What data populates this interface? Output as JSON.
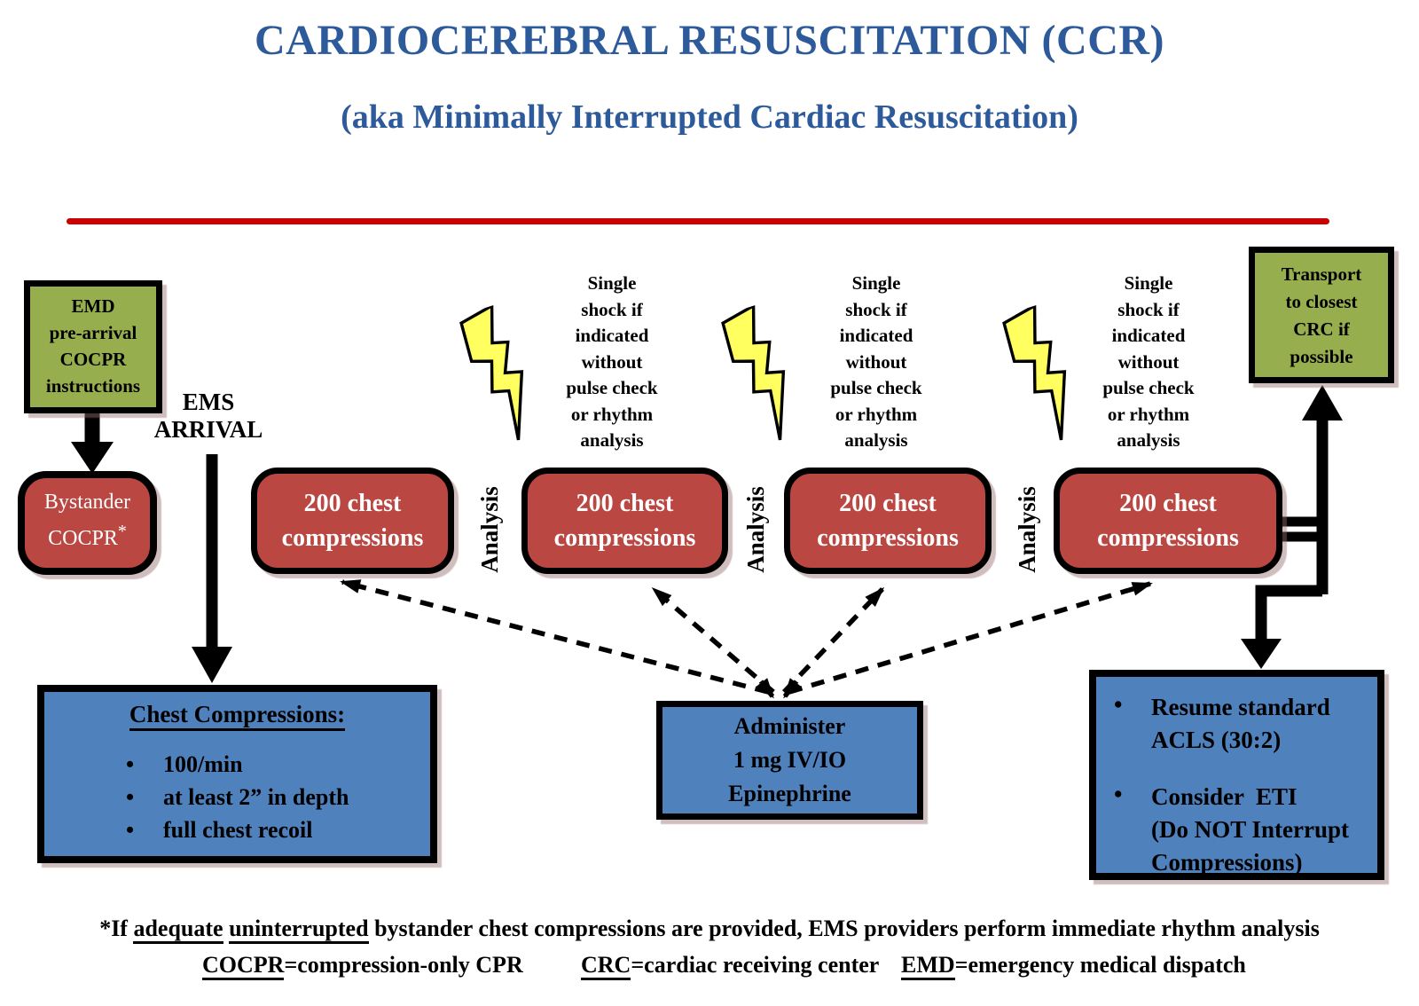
{
  "title": "CARDIOCEREBRAL RESUSCITATION (CCR)",
  "subtitle": "(aka Minimally Interrupted Cardiac Resuscitation)",
  "emd_box": {
    "lines": [
      "EMD",
      "pre-arrival",
      "COCPR",
      "instructions"
    ]
  },
  "ems_arrival": [
    "EMS",
    "ARRIVAL"
  ],
  "bystander_box": {
    "name": "Bystander",
    "cocpr": "COCPR",
    "asterisk": "*"
  },
  "compression_box": [
    "200 chest",
    "compressions"
  ],
  "analysis_label": "Analysis",
  "shock_note": [
    "Single",
    "shock if",
    "indicated",
    "without",
    "pulse check",
    "or rhythm",
    "analysis"
  ],
  "transport_box": {
    "lines": [
      "Transport",
      "to closest",
      "CRC if",
      "possible"
    ]
  },
  "chest_box": {
    "heading": "Chest Compressions:",
    "bullet_glyph": "•",
    "bullets": [
      "100/min",
      "at least 2” in depth",
      "full chest recoil"
    ]
  },
  "epi_box": {
    "lines": [
      "Administer",
      "1 mg IV/IO",
      "Epinephrine"
    ]
  },
  "acls_box": {
    "bullet_glyph": "•",
    "bullet1": [
      "Resume standard",
      "ACLS (30:2)"
    ],
    "bullet2": [
      "Consider  ETI",
      "(Do NOT Interrupt",
      "Compressions)"
    ]
  },
  "footnote": {
    "prefix": "*If ",
    "underlined1": "adequate",
    "sep": " ",
    "underlined2": "uninterrupted",
    "suffix": " bystander chest compressions are provided, EMS providers perform immediate rhythm analysis"
  },
  "legend": [
    {
      "abbr": "COCPR",
      "rest": "=compression-only CPR"
    },
    {
      "abbr": "CRC",
      "rest": "=cardiac receiving center"
    },
    {
      "abbr": "EMD",
      "rest": "=emergency medical dispatch"
    }
  ],
  "colors": {
    "title_blue": "#2d5a9a",
    "rule_red": "#cc0000",
    "box_green": "#96ae4e",
    "box_red": "#bb4743",
    "box_blue": "#4f81bd",
    "bolt_yellow": "#ffff60",
    "arrow_black": "#000000"
  }
}
